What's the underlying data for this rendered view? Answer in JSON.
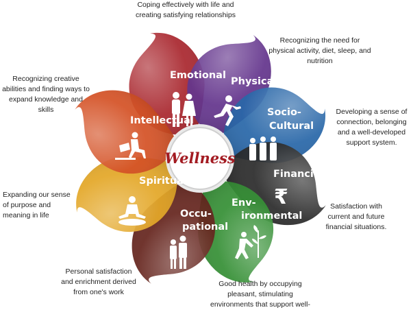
{
  "center": {
    "label": "Wellness"
  },
  "dimensions": [
    {
      "key": "emotional",
      "label_lines": [
        "Emotional"
      ],
      "color": "#a51c24",
      "description": "Coping effectively with life and creating satisfying relationships",
      "icon": "couple-icon"
    },
    {
      "key": "physical",
      "label_lines": [
        "Physical"
      ],
      "color": "#5b2a86",
      "description": "Recognizing the need for physical activity, diet, sleep, and nutrition",
      "icon": "runner-icon"
    },
    {
      "key": "socio_cultural",
      "label_lines": [
        "Socio-",
        "Cultural"
      ],
      "color": "#1d5fa4",
      "description": "Developing a sense of connection, belonging and a well-developed support system.",
      "icon": "group-icon"
    },
    {
      "key": "financial",
      "label_lines": [
        "Financial"
      ],
      "color": "#202020",
      "description": "Satisfaction with current and future financial situations.",
      "icon": "rupee-icon"
    },
    {
      "key": "environmental",
      "label_lines": [
        "Env-",
        "ironmental"
      ],
      "color": "#2b8a2b",
      "description": "Good health by occupying pleasant, stimulating environments that support well- being",
      "icon": "planting-icon"
    },
    {
      "key": "occupational",
      "label_lines": [
        "Occu-",
        "pational"
      ],
      "color": "#5e1a12",
      "description": "Personal satisfaction and enrichment derived from one's work",
      "icon": "workers-icon"
    },
    {
      "key": "spiritual",
      "label_lines": [
        "Spiritual"
      ],
      "color": "#e2a21c",
      "description": "Expanding our sense of purpose and meaning in life",
      "icon": "meditation-icon"
    },
    {
      "key": "intellectual",
      "label_lines": [
        "Intellectual"
      ],
      "color": "#d2481a",
      "description": "Recognizing creative abilities and finding ways to expand knowledge and skills",
      "icon": "reader-icon"
    }
  ]
}
